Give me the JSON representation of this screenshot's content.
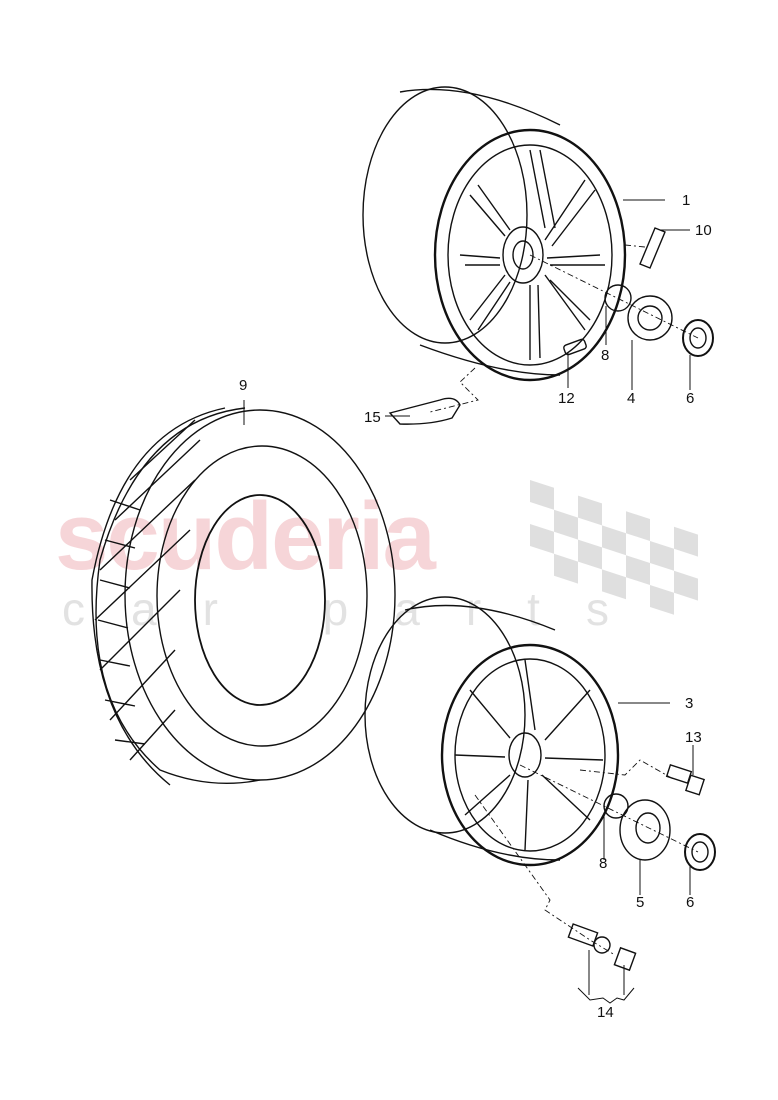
{
  "watermark": {
    "brand": "scuderia",
    "subtitle": "car parts",
    "brand_color": "#f2bfc4",
    "flag_color": "#d9d9d9"
  },
  "diagram": {
    "title": "Wheel / Tire exploded view",
    "line_color": "#111111",
    "callouts": [
      {
        "id": "1",
        "label": "1"
      },
      {
        "id": "10",
        "label": "10"
      },
      {
        "id": "8a",
        "label": "8"
      },
      {
        "id": "4",
        "label": "4"
      },
      {
        "id": "6a",
        "label": "6"
      },
      {
        "id": "12",
        "label": "12"
      },
      {
        "id": "15",
        "label": "15"
      },
      {
        "id": "9",
        "label": "9"
      },
      {
        "id": "3",
        "label": "3"
      },
      {
        "id": "13",
        "label": "13"
      },
      {
        "id": "8b",
        "label": "8"
      },
      {
        "id": "5",
        "label": "5"
      },
      {
        "id": "6b",
        "label": "6"
      },
      {
        "id": "14",
        "label": "14"
      }
    ]
  }
}
